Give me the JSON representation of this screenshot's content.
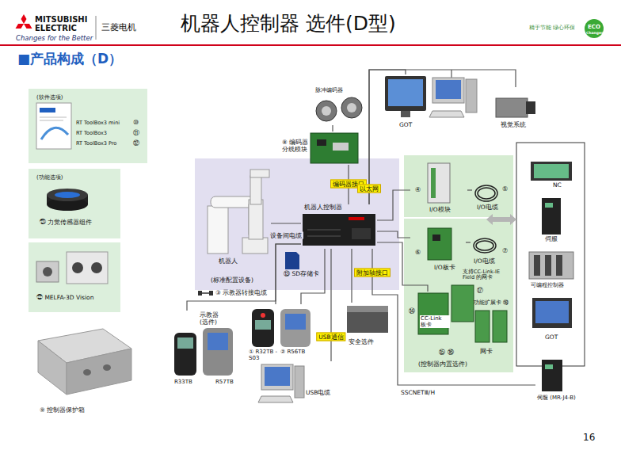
{
  "diagram": {
    "title": "机器人控制器 选件(D型)",
    "nodes": [
      {
        "text": [
          "(软件选项)"
        ]
      },
      {
        "text": [
          "(功能选项)",
          "㉑ 力觉传感器组件"
        ]
      },
      {
        "text": [
          "㉒ MELFA-3D Vision"
        ]
      },
      {
        "text": [
          "⑨ 控制器保护箱"
        ]
      },
      {
        "text": [
          "脉冲编码器"
        ]
      },
      {
        "text": [
          "⑧ 编码器 分线模块"
        ]
      },
      {
        "text": [
          "GOT"
        ]
      },
      {
        "text": [
          "视觉系统"
        ]
      },
      {
        "text": [
          "(标准配置设备)"
        ]
      },
      {
        "text": [
          "机器人"
        ],
        "in": 8
      },
      {
        "text": [
          "机器人控制器"
        ],
        "in": 8
      },
      {
        "text": [
          "⑬ SD存储卡"
        ],
        "in": 8
      },
      {
        "text": [
          "④",
          "I/O模块"
        ]
      },
      {
        "text": [
          "⑤",
          "I/O电缆"
        ]
      },
      {
        "text": [
          "⑥",
          "I/O板卡"
        ]
      },
      {
        "text": [
          "⑦",
          "I/O电缆"
        ]
      },
      {
        "text": [
          "支持CC-Link-IE Field 的网卡",
          "⑰"
        ]
      },
      {
        "text": [
          "⑭",
          "CC-Link 板卡"
        ]
      },
      {
        "text": [
          "功能扩展卡 ⑱",
          "网卡"
        ]
      },
      {
        "text": [
          "NC"
        ]
      },
      {
        "text": [
          "伺服"
        ]
      },
      {
        "text": [
          "可编程控制器"
        ]
      },
      {
        "text": [
          "GOT"
        ]
      },
      {
        "text": [
          "示教器 (选件)",
          "R33TB",
          "R57TB"
        ]
      },
      {
        "text": [
          "① R32TB -S03"
        ]
      },
      {
        "text": [
          "② R56TB"
        ]
      },
      {
        "text": [
          "安全选件"
        ]
      },
      {
        "text": [
          "USB电缆"
        ]
      },
      {
        "text": [
          "伺服 (MR-J4-B)"
        ]
      }
    ],
    "edges": [
      {
        "from": 5,
        "to": 4,
        "arrow": "none"
      },
      {
        "from": 10,
        "to": 5,
        "label": "编码器接口",
        "arrow": "none"
      },
      {
        "from": 10,
        "to": 6,
        "label": "以太网",
        "arrow": "none"
      },
      {
        "from": 10,
        "to": 7,
        "arrow": "none"
      },
      {
        "from": 9,
        "to": 10,
        "label": "设备间电缆",
        "arrow": "none"
      },
      {
        "from": 10,
        "to": 12,
        "arrow": "none"
      },
      {
        "from": 12,
        "to": 13,
        "arrow": "none"
      },
      {
        "from": 10,
        "to": 14,
        "arrow": "none"
      },
      {
        "from": 14,
        "to": 15,
        "arrow": "none"
      },
      {
        "from": 10,
        "to": 17,
        "arrow": "none"
      },
      {
        "from": 10,
        "to": 28,
        "label": "附加轴接口",
        "arrow": "none"
      },
      {
        "from": 10,
        "to": 26,
        "arrow": "none"
      },
      {
        "from": 10,
        "to": 27,
        "label": "USB通信",
        "arrow": "none"
      },
      {
        "from": 10,
        "to": 24,
        "arrow": "none"
      },
      {
        "from": 10,
        "to": 25,
        "arrow": "none"
      },
      {
        "from": 10,
        "to": 23,
        "arrow": "none"
      }
    ],
    "labels": [
      "MITSUBISHI",
      "ELECTRIC",
      "Changes for the Better",
      "三菱电机",
      "精于节能 绿心环保",
      "ECO",
      "Changes",
      "■产品构成（D）",
      "RT ToolBox3 mini",
      "⑩",
      "RT ToolBox3",
      "⑪",
      "RT ToolBox3 Pro",
      "⑫",
      "③ 示教器转接电缆",
      "SSCNETⅢ/H",
      "⑮ ⑯",
      "(控制器内置选件)",
      "16"
    ]
  }
}
